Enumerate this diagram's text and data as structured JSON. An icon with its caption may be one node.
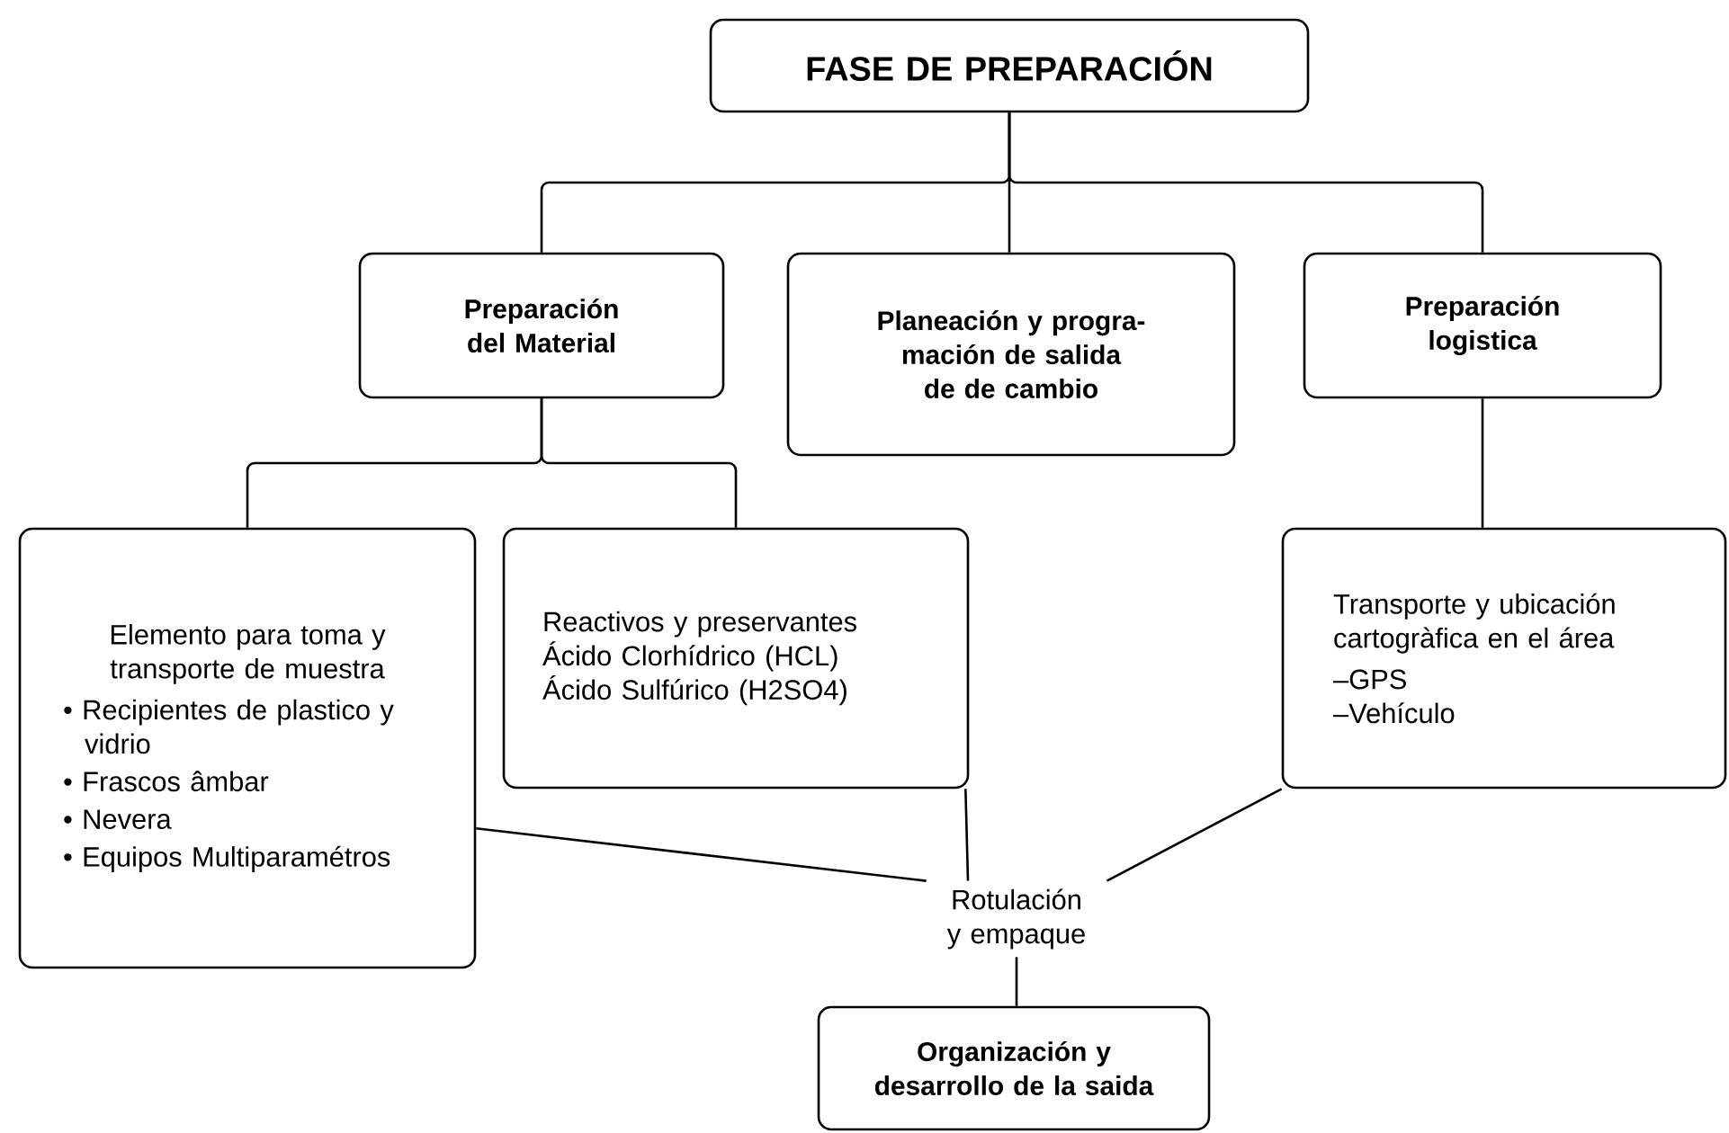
{
  "diagram": {
    "nodes": [
      {
        "text": [
          "FASE DE PREPARACIÓN"
        ]
      },
      {
        "text": [
          "Preparación del Material"
        ]
      },
      {
        "text": [
          "Planeación y progra- mación de salida de de cambio"
        ]
      },
      {
        "text": [
          "Preparación logistica"
        ]
      },
      {
        "text": [
          "Elemento para toma y transporte de muestra",
          "• Recipientes de plastico y vidrio",
          "• Frascos âmbar",
          "• Nevera",
          "• Equipos Multiparamétros"
        ]
      },
      {
        "text": [
          "Reactivos y preservantes",
          "Ácido Clorhídrico (HCL)",
          "Ácido Sulfúrico (H2SO4)"
        ]
      },
      {
        "text": [
          "Transporte y ubicación cartogràfica en el área",
          "–GPS",
          "–Vehículo"
        ]
      },
      {
        "text": [
          "Rotulación y empaque"
        ]
      },
      {
        "text": [
          "Organización y desarrollo de la saida"
        ]
      }
    ],
    "edges": [
      {
        "from": 0,
        "to": 1,
        "arrow": "none"
      },
      {
        "from": 0,
        "to": 2,
        "arrow": "none"
      },
      {
        "from": 0,
        "to": 3,
        "arrow": "none"
      },
      {
        "from": 1,
        "to": 4,
        "arrow": "none"
      },
      {
        "from": 1,
        "to": 5,
        "arrow": "none"
      },
      {
        "from": 3,
        "to": 6,
        "arrow": "none"
      },
      {
        "from": 4,
        "to": 7,
        "arrow": "none"
      },
      {
        "from": 5,
        "to": 7,
        "arrow": "none"
      },
      {
        "from": 6,
        "to": 7,
        "arrow": "none"
      },
      {
        "from": 7,
        "to": 8,
        "arrow": "none"
      }
    ]
  }
}
